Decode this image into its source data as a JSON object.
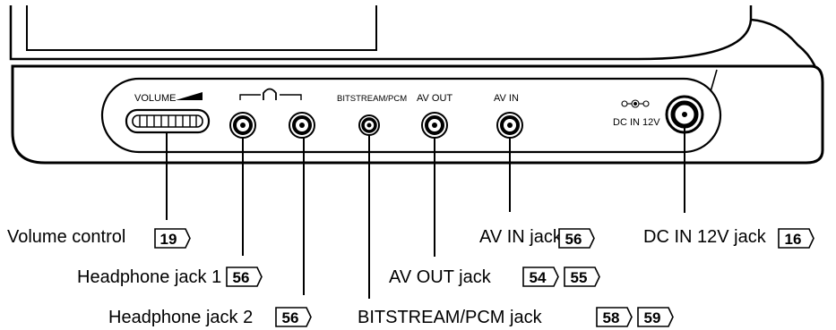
{
  "panel_labels": {
    "volume": "VOLUME",
    "bitstream": "BITSTREAM/PCM",
    "av_out": "AV OUT",
    "av_in": "AV IN",
    "dc_in": "DC IN 12V"
  },
  "callouts": {
    "volume": {
      "text": "Volume control",
      "pages": [
        "19"
      ]
    },
    "headphone1": {
      "text": "Headphone jack 1",
      "pages": [
        "56"
      ]
    },
    "headphone2": {
      "text": "Headphone jack 2",
      "pages": [
        "56"
      ]
    },
    "bitstream": {
      "text": "BITSTREAM/PCM jack",
      "pages": [
        "58",
        "59"
      ]
    },
    "av_out": {
      "text": "AV OUT jack",
      "pages": [
        "54",
        "55"
      ]
    },
    "av_in": {
      "text": "AV IN jack",
      "pages": [
        "56"
      ]
    },
    "dc_in": {
      "text": "DC IN 12V jack",
      "pages": [
        "16"
      ]
    }
  }
}
